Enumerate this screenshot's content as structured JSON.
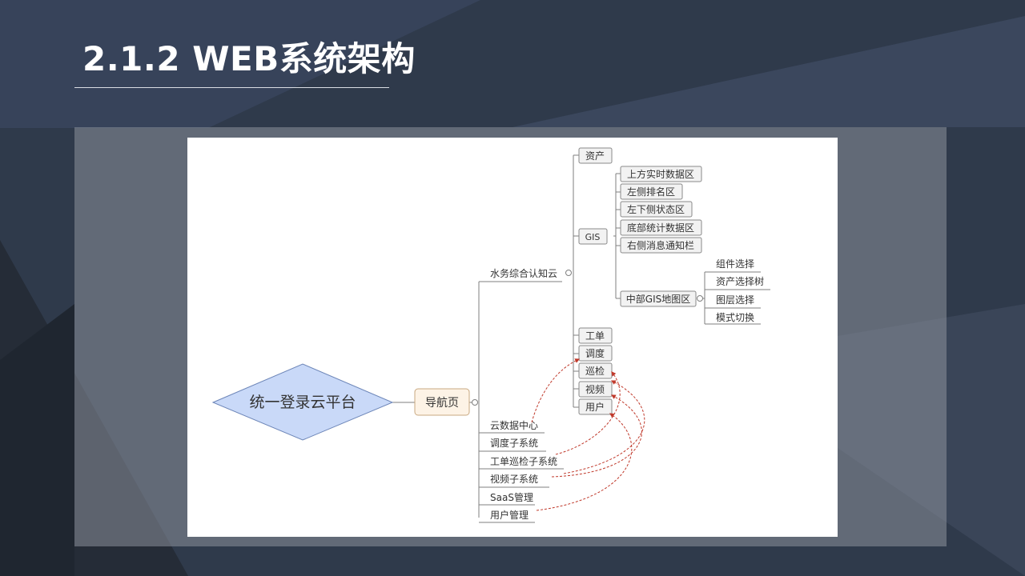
{
  "slide": {
    "title": "2.1.2 WEB系统架构"
  },
  "colors": {
    "root_fill": "#c9d9f8",
    "root_stroke": "#6d86b8",
    "hub_fill": "#fdf3e6",
    "hub_stroke": "#c9a880",
    "node_fill": "#f2f2f2",
    "node_stroke": "#8a8a8a",
    "line": "#7f7f7f",
    "link": "#c0392b"
  },
  "diagram": {
    "root": "统一登录云平台",
    "hub": "导航页",
    "cloud": "水务综合认知云",
    "cloud_items": {
      "asset": "资产",
      "gis": "GIS",
      "workorder": "工单",
      "dispatch": "调度",
      "patrol": "巡检",
      "video": "视频",
      "user": "用户"
    },
    "gis_items": {
      "top_realtime": "上方实时数据区",
      "left_rank": "左侧排名区",
      "left_bottom_status": "左下侧状态区",
      "bottom_stats": "底部统计数据区",
      "right_notice": "右侧消息通知栏",
      "center_map": "中部GIS地图区"
    },
    "map_items": {
      "component_select": "组件选择",
      "asset_tree": "资产选择树",
      "layer_select": "图层选择",
      "mode_switch": "模式切换"
    },
    "subsystems": {
      "data_center": "云数据中心",
      "dispatch_sys": "调度子系统",
      "patrol_sys": "工单巡检子系统",
      "video_sys": "视频子系统",
      "saas": "SaaS管理",
      "user_mgmt": "用户管理"
    }
  }
}
